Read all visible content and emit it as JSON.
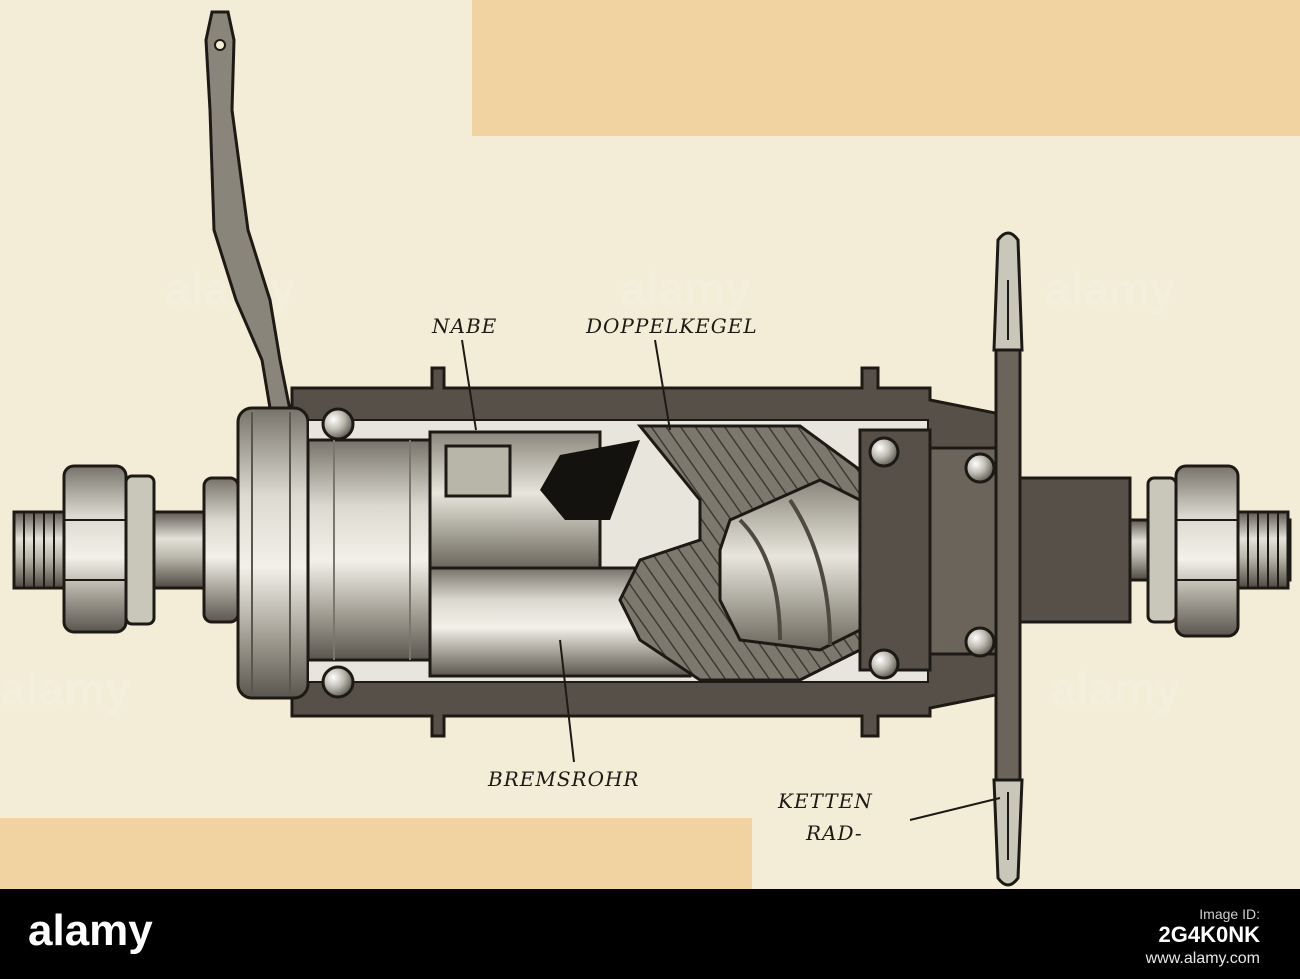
{
  "labels": {
    "nabe": "NABE",
    "doppelkegel": "DOPPELKEGEL",
    "bremsrohr": "BREMSROHR",
    "ketten_line1": "KETTEN",
    "ketten_line2": "RAD-"
  },
  "watermark": "alamy",
  "stock_bar": {
    "logo": "alamy",
    "image_id_label": "Image ID:",
    "image_id": "2G4K0NK",
    "site": "www.alamy.com"
  },
  "colors": {
    "paper": "#f3ecd6",
    "tape": "#f1d3a2",
    "ink": "#1d1a15",
    "housing": "#575049",
    "steel_light": "#d6d4c8",
    "steel_dark": "#6e6a60"
  },
  "icons": [
    "nut-icon",
    "bearing-ball-icon",
    "sprocket-tooth-icon"
  ]
}
